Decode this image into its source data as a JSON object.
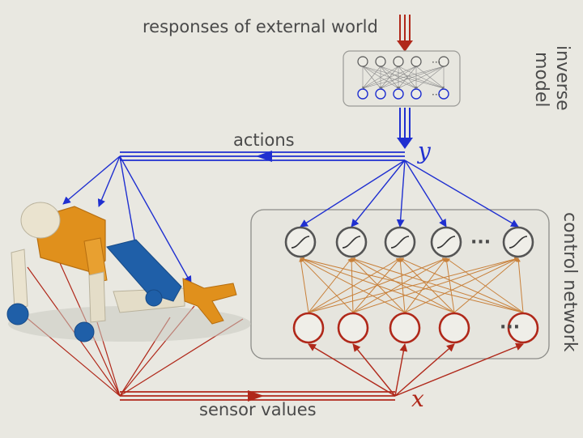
{
  "labels": {
    "external": "responses of external world",
    "inverse_line1": "inverse",
    "inverse_line2": "model",
    "actions": "actions",
    "control": "control network",
    "sensor": "sensor values",
    "y": "y",
    "x": "x",
    "ellipsis": "···"
  },
  "colors": {
    "background": "#e9e8e1",
    "actions_blue": "#1f2fd0",
    "sensor_red": "#b0281a",
    "hidden_orange": "#c8803a",
    "neuron_gray": "#555555",
    "robot_orange": "#e0901c",
    "robot_blue": "#1f5fa8",
    "robot_cream": "#eae3cf"
  },
  "icons": {
    "neuron": "sigmoid-neuron-icon",
    "input": "input-node-icon"
  }
}
